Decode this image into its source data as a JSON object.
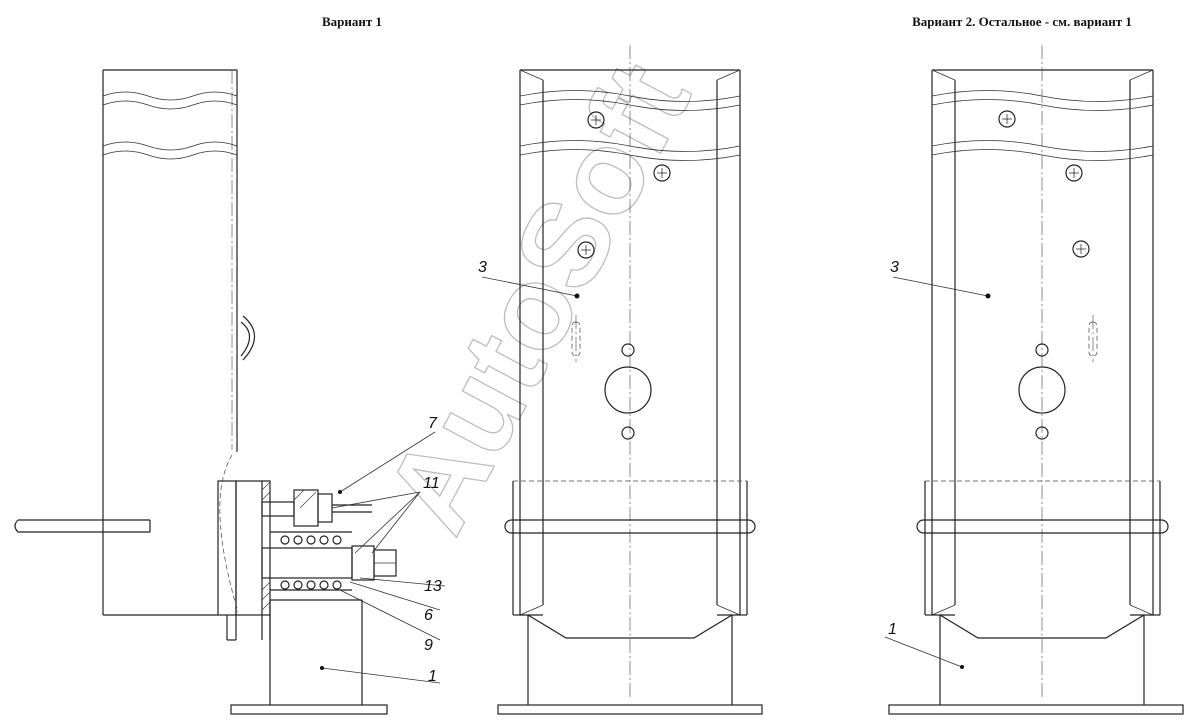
{
  "titles": {
    "variant1": "Вариант 1",
    "variant2": "Вариант 2. Остальное - см. вариант 1"
  },
  "callouts": {
    "c7": "7",
    "c11": "11",
    "c13": "13",
    "c6": "6",
    "c9": "9",
    "c1_left": "1",
    "c3_middle": "3",
    "c3_right": "3",
    "c1_right": "1"
  },
  "watermark": "AutoSoft",
  "colors": {
    "line": "#222222",
    "watermark": "#bdbdbd",
    "background": "#ffffff"
  }
}
